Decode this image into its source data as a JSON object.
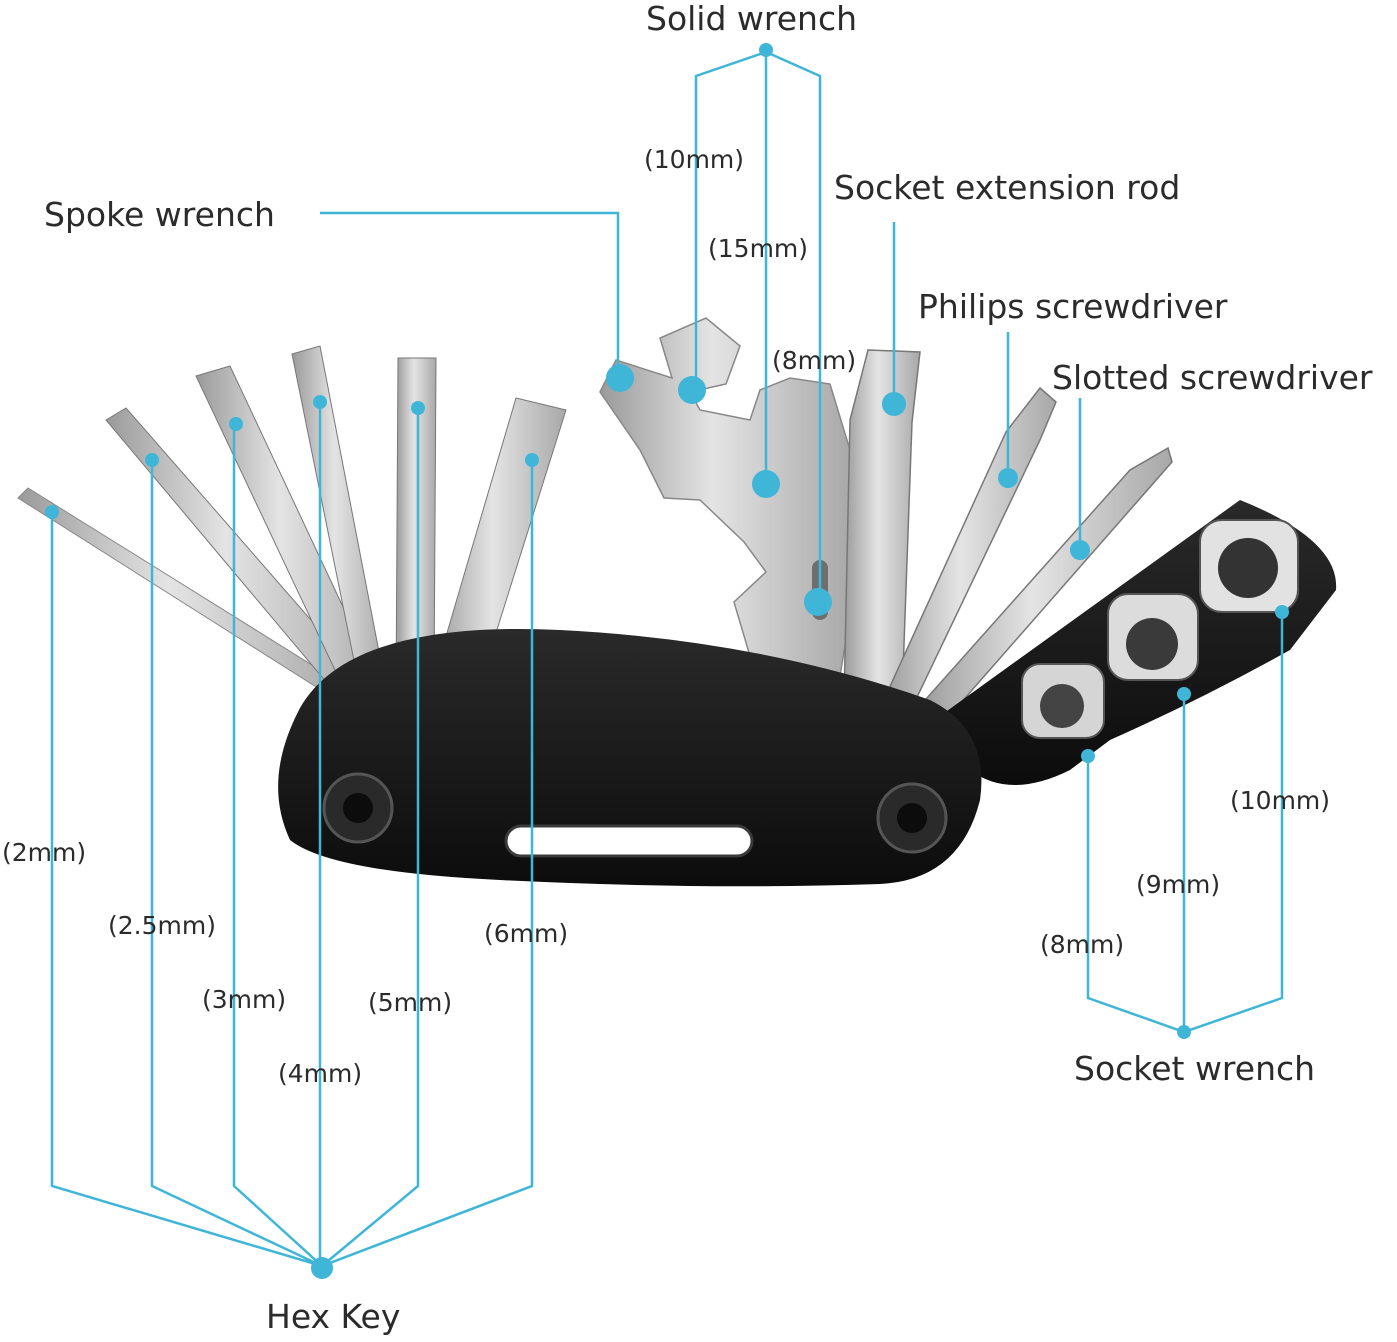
{
  "labels": {
    "solid_wrench": "Solid wrench",
    "solid_10": "(10mm)",
    "solid_15": "(15mm)",
    "solid_8": "(8mm)",
    "spoke_wrench": "Spoke wrench",
    "socket_extension_rod": "Socket extension rod",
    "philips_screwdriver": "Philips screwdriver",
    "slotted_screwdriver": "Slotted screwdriver",
    "hex_2": "(2mm)",
    "hex_2_5": "(2.5mm)",
    "hex_3": "(3mm)",
    "hex_4": "(4mm)",
    "hex_5": "(5mm)",
    "hex_6": "(6mm)",
    "hex_key": "Hex Key",
    "socket_8": "(8mm)",
    "socket_9": "(9mm)",
    "socket_10": "(10mm)",
    "socket_wrench": "Socket wrench"
  },
  "colors": {
    "callout": "#3fb6d8",
    "text": "#2b2b2b",
    "body_dark": "#151515",
    "metal": "#c9c9c9",
    "metal_dark": "#8e8e8e"
  }
}
